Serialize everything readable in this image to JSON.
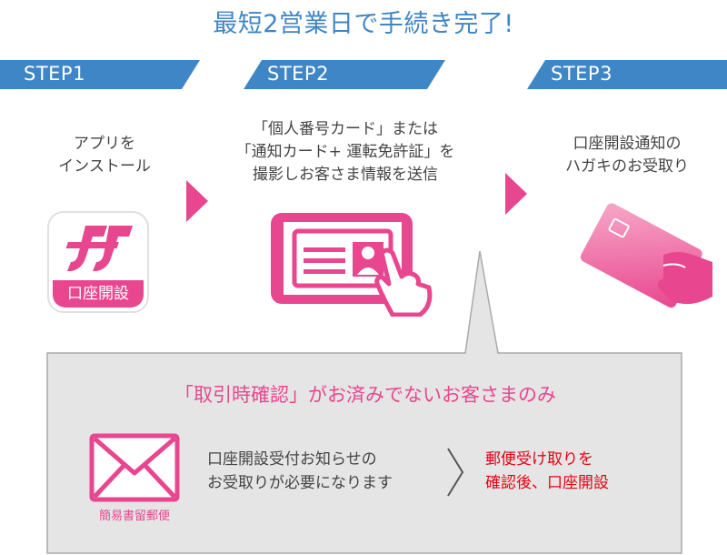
{
  "headline": "最短2営業日で手続き完了!",
  "steps": [
    {
      "label": "STEP1",
      "text": "アプリを\nインストール"
    },
    {
      "label": "STEP2",
      "text": "「個人番号カード」または\n「通知カード+ 運転免許証」を\n撮影しお客さま情報を送信"
    },
    {
      "label": "STEP3",
      "text": "口座開設通知の\nハガキのお受取り"
    }
  ],
  "app_icon": {
    "label": "口座開設"
  },
  "notice": {
    "heading": "「取引時確認」がお済みでないお客さまのみ",
    "mail_caption": "簡易書留郵便",
    "description": "口座開設受付お知らせの\nお受取りが必要になります",
    "result": "郵便受け取りを\n確認後、口座開設"
  },
  "colors": {
    "blue": "#3f86c6",
    "pink": "#e8468f",
    "red": "#e60012",
    "gray_box": "#e5e5e5"
  },
  "icons": [
    "app-icon",
    "tablet-id-card-icon",
    "hand-card-icon",
    "envelope-icon",
    "arrow-right-icon",
    "chevron-right-icon"
  ]
}
